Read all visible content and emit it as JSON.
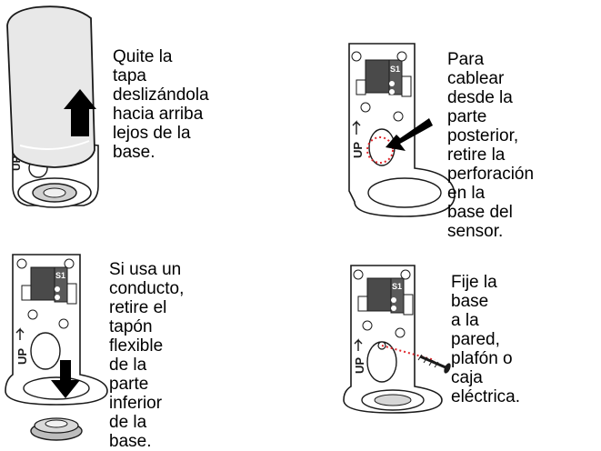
{
  "instructions": [
    {
      "id": "step-remove-cover",
      "text": "Quite la tapa\ndeslizándola\nhacia arriba\nlejos de la base."
    },
    {
      "id": "step-rear-wiring",
      "text": "Para cablear\ndesde la parte\nposterior, retire la\nperforación en la\nbase del sensor."
    },
    {
      "id": "step-conduit",
      "text": "Si usa un\nconducto,\nretire el tapón\nflexible de la\nparte inferior\nde la base."
    },
    {
      "id": "step-mount",
      "text": "Fije la base\na la pared,\nplafón o caja\neléctrica."
    }
  ],
  "base_markings": {
    "up_label": "UP",
    "switch_label": "S1",
    "terminal_label": "S1"
  },
  "colors": {
    "outline": "#1a1a1a",
    "fill": "#ffffff",
    "cover": "#e8e8e8",
    "arrow": "#000000",
    "dotted": "#e0262b",
    "shadow": "#cfcfcf"
  }
}
